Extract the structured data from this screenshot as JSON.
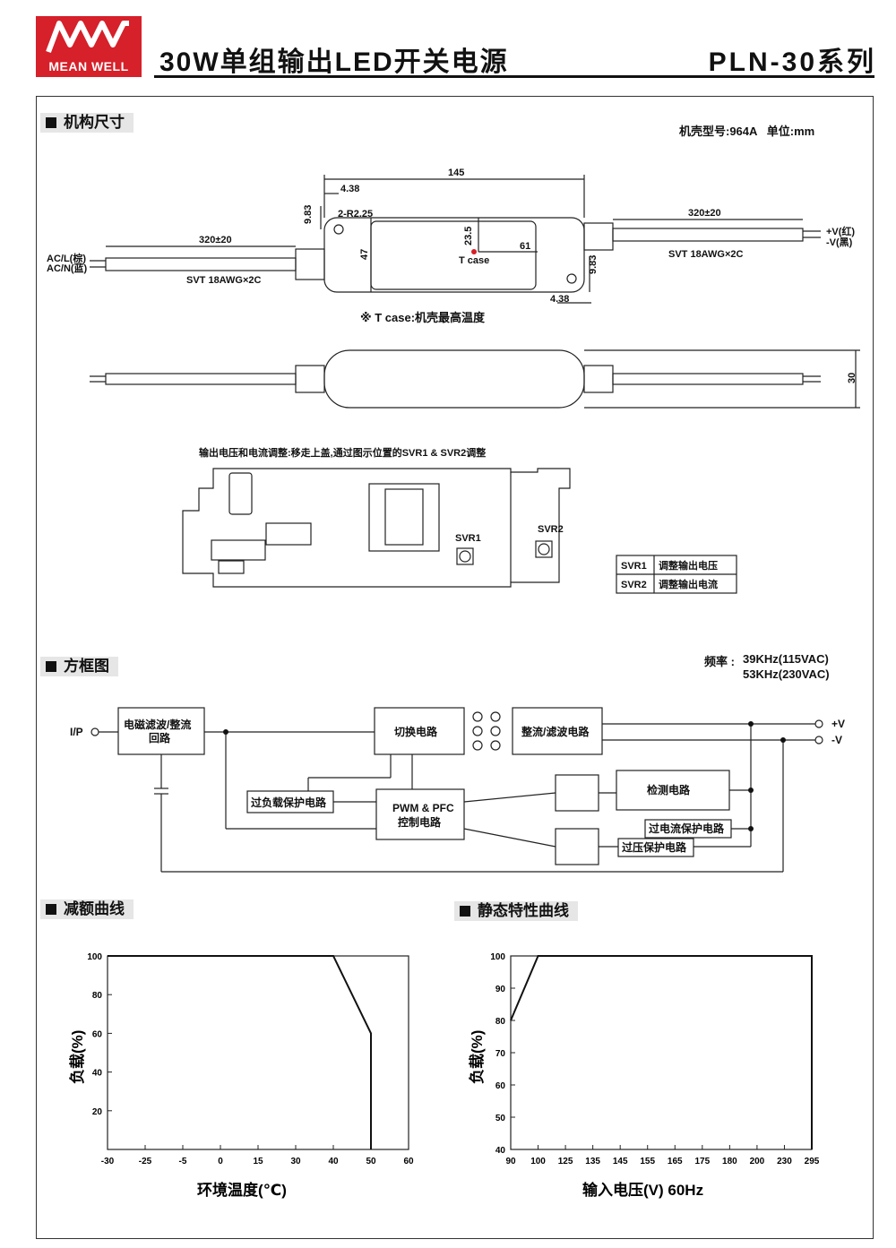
{
  "header": {
    "logo_text": "MEAN WELL",
    "title": "30W单组输出LED开关电源",
    "series": "PLN-30系列",
    "brand_color": "#d6202a"
  },
  "mechanical": {
    "section_title": "机构尺寸",
    "case_info": "机壳型号:964A   单位:mm",
    "dims": {
      "length": "145",
      "offset_top": "4.38",
      "offset_bottom": "4.38",
      "hole_left": "9.83",
      "hole_right": "9.83",
      "hole_spec": "2-R2.25",
      "cable_left": "320±20",
      "cable_right": "320±20",
      "tcase_y": "23.5",
      "tcase_x": "61",
      "width": "47",
      "height": "30"
    },
    "labels": {
      "ac_l": "AC/L(棕)",
      "ac_n": "AC/N(蓝)",
      "out_pos": "+V(红)",
      "out_neg": "-V(黑)",
      "cable_spec_left": "SVT 18AWG×2C",
      "cable_spec_right": "SVT 18AWG×2C",
      "tcase": "T case"
    },
    "tcase_note": "※ T case:机壳最高温度",
    "adjust_note": "输出电压和电流调整:移走上盖,通过图示位置的SVR1 & SVR2调整",
    "svr1": "SVR1",
    "svr2": "SVR2",
    "svr_table": [
      {
        "name": "SVR1",
        "desc": "调整输出电压"
      },
      {
        "name": "SVR2",
        "desc": "调整输出电流"
      }
    ]
  },
  "block_diagram": {
    "section_title": "方框图",
    "freq_label": "频率 :",
    "freq_1": "39KHz(115VAC)",
    "freq_2": "53KHz(230VAC)",
    "ip": "I/P",
    "emi": [
      "电磁滤波/整流",
      "回路"
    ],
    "switch": "切换电路",
    "rect": "整流/滤波电路",
    "overload": "过负载保护电路",
    "pwm": [
      "PWM & PFC",
      "控制电路"
    ],
    "detect": "检测电路",
    "ocp": "过电流保护电路",
    "ovp": "过压保护电路",
    "out_pos": "+V",
    "out_neg": "-V"
  },
  "derating": {
    "section_title": "减额曲线",
    "chart_data": {
      "type": "line",
      "title": "",
      "xlabel": "环境温度(℃)",
      "ylabel": "负载(%)",
      "x_ticks": [
        "-30",
        "-25",
        "-5",
        "0",
        "15",
        "30",
        "40",
        "50",
        "60"
      ],
      "y_ticks": [
        "20",
        "40",
        "60",
        "80",
        "100"
      ],
      "ylim": [
        0,
        100
      ],
      "series": [
        {
          "x": [
            "-30",
            "40",
            "50",
            "50"
          ],
          "y": [
            100,
            100,
            60,
            0
          ]
        }
      ]
    }
  },
  "static": {
    "section_title": "静态特性曲线",
    "chart_data": {
      "type": "line",
      "title": "",
      "xlabel": "输入电压(V) 60Hz",
      "ylabel": "负载(%)",
      "x_ticks": [
        "90",
        "100",
        "125",
        "135",
        "145",
        "155",
        "165",
        "175",
        "180",
        "200",
        "230",
        "295"
      ],
      "y_ticks": [
        "40",
        "50",
        "60",
        "70",
        "80",
        "90",
        "100"
      ],
      "ylim": [
        40,
        100
      ],
      "series": [
        {
          "x": [
            "90",
            "100",
            "295",
            "295"
          ],
          "y": [
            80,
            100,
            100,
            40
          ]
        }
      ]
    }
  }
}
